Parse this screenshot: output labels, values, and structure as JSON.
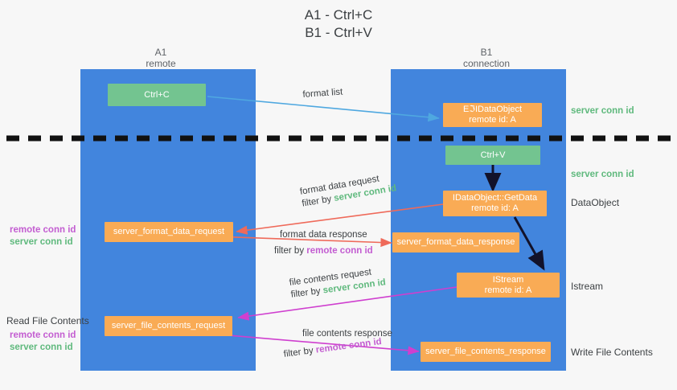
{
  "title": {
    "line1": "A1 - Ctrl+C",
    "line2": "B1 - Ctrl+V"
  },
  "lanes": [
    {
      "id": "a1",
      "name": "A1",
      "role": "remote",
      "color": "#4285dd"
    },
    {
      "id": "b1",
      "name": "B1",
      "role": "connection",
      "color": "#4285dd"
    }
  ],
  "legend_colors": {
    "lane": "#4285dd",
    "green_node": "#73c490",
    "orange_node": "#f9ab55",
    "server_conn_id": "#5fb97d",
    "remote_conn_id": "#c35dd1",
    "red_arrow": "#ef6a5a",
    "magenta_arrow": "#cf3fcf",
    "blue_arrow": "#4fa8e0",
    "dark_arrow": "#1a1a2e",
    "divider": "#111111"
  },
  "nodes": [
    {
      "id": "ctrl-c",
      "label": "Ctrl+C",
      "sublabel": "",
      "color": "green"
    },
    {
      "id": "idataobject-create",
      "label": "ЕℑIDataObject",
      "sublabel": "remote id: A",
      "color": "orange"
    },
    {
      "id": "ctrl-v",
      "label": "Ctrl+V",
      "sublabel": "",
      "color": "green"
    },
    {
      "id": "getdata",
      "label": "IDataObject::GetData",
      "sublabel": "remote id: A",
      "color": "orange"
    },
    {
      "id": "server-format-data-request",
      "label": "server_format_data_request",
      "sublabel": "",
      "color": "orange"
    },
    {
      "id": "server-format-data-response",
      "label": "server_format_data_response",
      "sublabel": "",
      "color": "orange"
    },
    {
      "id": "istream",
      "label": "IStream",
      "sublabel": "remote id: A",
      "color": "orange"
    },
    {
      "id": "server-file-contents-request",
      "label": "server_file_contents_request",
      "sublabel": "",
      "color": "orange"
    },
    {
      "id": "server-file-contents-response",
      "label": "server_file_contents_response",
      "sublabel": "",
      "color": "orange"
    }
  ],
  "right_labels": [
    {
      "id": "server-conn-id-1",
      "text": "server conn id",
      "style": "green"
    },
    {
      "id": "server-conn-id-2",
      "text": "server conn id",
      "style": "green"
    },
    {
      "id": "dataobject",
      "text": "DataObject",
      "style": "plain"
    },
    {
      "id": "istream-label",
      "text": "Istream",
      "style": "plain"
    },
    {
      "id": "write-file",
      "text": "Write File Contents",
      "style": "plain"
    }
  ],
  "left_labels": {
    "pair1": {
      "remote": "remote conn id",
      "server": "server conn id"
    },
    "read_file": "Read File Contents",
    "pair2": {
      "remote": "remote conn id",
      "server": "server conn id"
    }
  },
  "edge_labels": {
    "format_list": "format list",
    "format_data_request": {
      "line1": "format data request",
      "prefix": "filter by ",
      "key": "server conn id",
      "key_style": "green"
    },
    "format_data_response": {
      "line1": "format data response",
      "prefix": "filter by ",
      "key": "remote conn id",
      "key_style": "purple"
    },
    "file_contents_request": {
      "line1": "file contents request",
      "prefix": "filter by ",
      "key": "server conn id",
      "key_style": "green"
    },
    "file_contents_response": {
      "line1": "file contents response",
      "prefix": "filter by ",
      "key": "remote conn id",
      "key_style": "purple"
    }
  }
}
